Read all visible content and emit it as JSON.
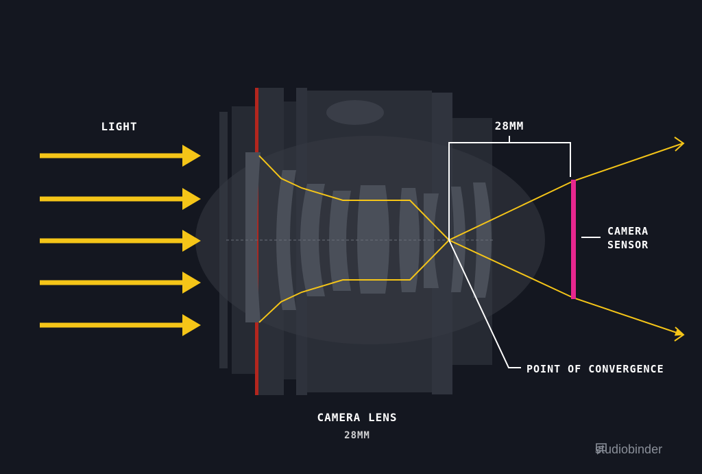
{
  "labels": {
    "light": "LIGHT",
    "focal_length_top": "28MM",
    "sensor_line1": "CAMERA",
    "sensor_line2": "SENSOR",
    "convergence": "POINT OF CONVERGENCE",
    "lens_title": "CAMERA LENS",
    "lens_focal": "28MM"
  },
  "brand": {
    "name": "studiobinder",
    "icon": "chat-bubble-icon"
  },
  "colors": {
    "background": "#141720",
    "light_rays": "#f5c518",
    "sensor": "#e8278f",
    "mount_line": "#b3261e",
    "lens_body": "#2b2f38",
    "lens_elements": "#4a4f59",
    "text": "#ffffff"
  }
}
